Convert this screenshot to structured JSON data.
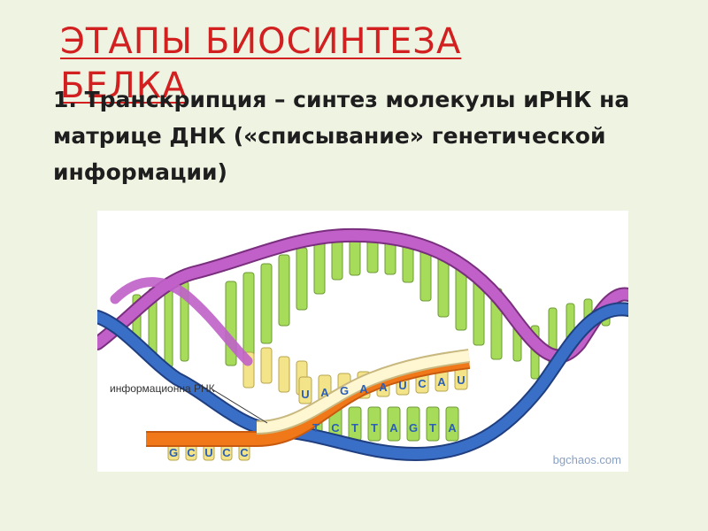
{
  "title": "ЭТАПЫ БИОСИНТЕЗА БЕЛКА",
  "body_text": "1. Транскрипция – синтез молекулы иРНК на матрице ДНК («списывание» генетической информации)",
  "figure": {
    "mrna_label": "информационна РНК",
    "credit": "bgchaos.com",
    "rna_letters": [
      "U",
      "A",
      "G",
      "A",
      "A",
      "U",
      "C",
      "A",
      "U"
    ],
    "template_letters": [
      "T",
      "C",
      "T",
      "T",
      "A",
      "G",
      "T",
      "A"
    ],
    "tail_letters": [
      "G",
      "C",
      "U",
      "C",
      "C"
    ],
    "colors": {
      "backbone_purple": "#c060c8",
      "backbone_blue": "#2e5fb0",
      "base_green": "#a6dc5a",
      "base_yellow": "#f3e48a",
      "rna_orange": "#f07818",
      "letter_blue": "#2a5fb8",
      "title_red": "#d21f1f"
    }
  }
}
